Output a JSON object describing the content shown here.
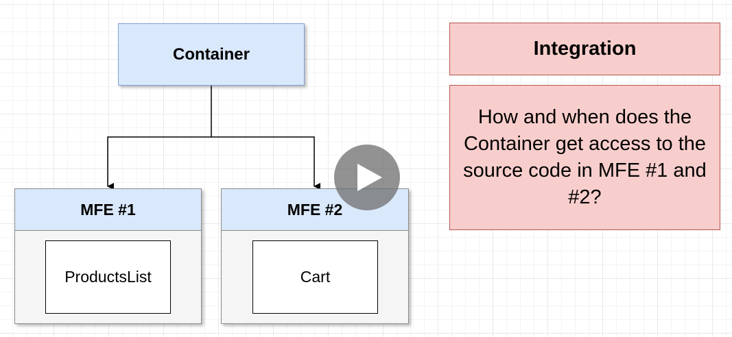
{
  "diagram": {
    "container": {
      "label": "Container"
    },
    "mfe1": {
      "title": "MFE #1",
      "child": "ProductsList"
    },
    "mfe2": {
      "title": "MFE #2",
      "child": "Cart"
    },
    "integration": {
      "title": "Integration",
      "question": "How and when does the Container get access to the source code in MFE #1 and #2?"
    }
  },
  "colors": {
    "container_fill": "#dae8fc",
    "container_stroke": "#7f9fcf",
    "mfe_body_fill": "#f5f5f5",
    "note_fill": "#f8cecc",
    "note_stroke": "#b85450"
  },
  "overlay": {
    "icon": "play-icon"
  }
}
